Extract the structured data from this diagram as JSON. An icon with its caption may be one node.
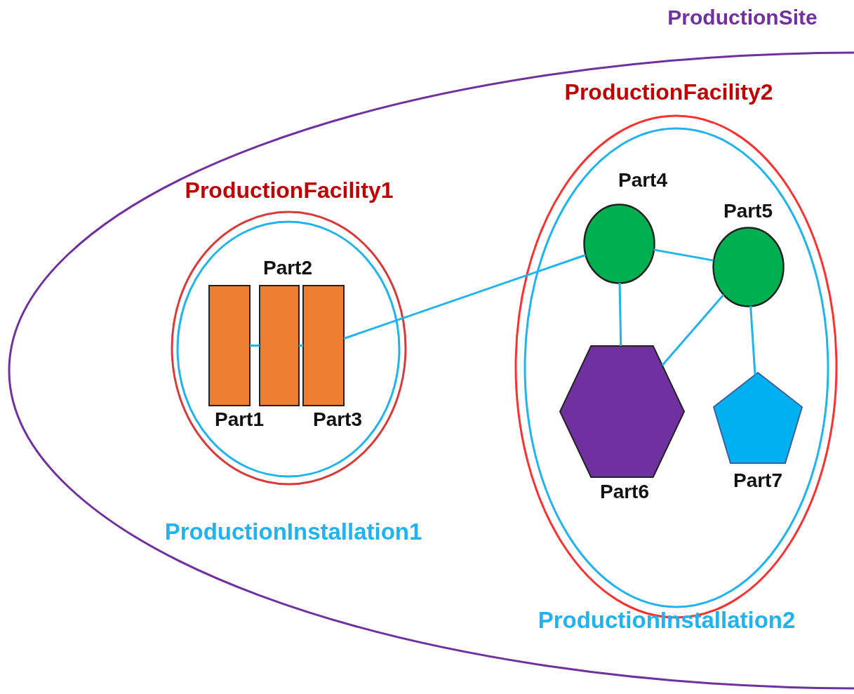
{
  "diagram": {
    "nodes": [
      {
        "text": [
          "ProductionSite"
        ]
      },
      {
        "text": [
          "ProductionFacility1"
        ],
        "in": 0
      },
      {
        "text": [
          "ProductionInstallation1"
        ],
        "in": 1
      },
      {
        "text": [
          "Part1"
        ],
        "in": 2
      },
      {
        "text": [
          "Part2"
        ],
        "in": 2
      },
      {
        "text": [
          "Part3"
        ],
        "in": 2
      },
      {
        "text": [
          "ProductionFacility2"
        ],
        "in": 0
      },
      {
        "text": [
          "ProductionInstallation2"
        ],
        "in": 6
      },
      {
        "text": [
          "Part4"
        ],
        "in": 7
      },
      {
        "text": [
          "Part5"
        ],
        "in": 7
      },
      {
        "text": [
          "Part6"
        ],
        "in": 7
      },
      {
        "text": [
          "Part7"
        ],
        "in": 7
      }
    ],
    "edges": [
      {
        "from": 3,
        "to": 4,
        "arrow": "none"
      },
      {
        "from": 4,
        "to": 5,
        "arrow": "none"
      },
      {
        "from": 5,
        "to": 8,
        "arrow": "none"
      },
      {
        "from": 8,
        "to": 9,
        "arrow": "none"
      },
      {
        "from": 8,
        "to": 10,
        "arrow": "none"
      },
      {
        "from": 9,
        "to": 10,
        "arrow": "none"
      },
      {
        "from": 9,
        "to": 11,
        "arrow": "none"
      }
    ]
  }
}
